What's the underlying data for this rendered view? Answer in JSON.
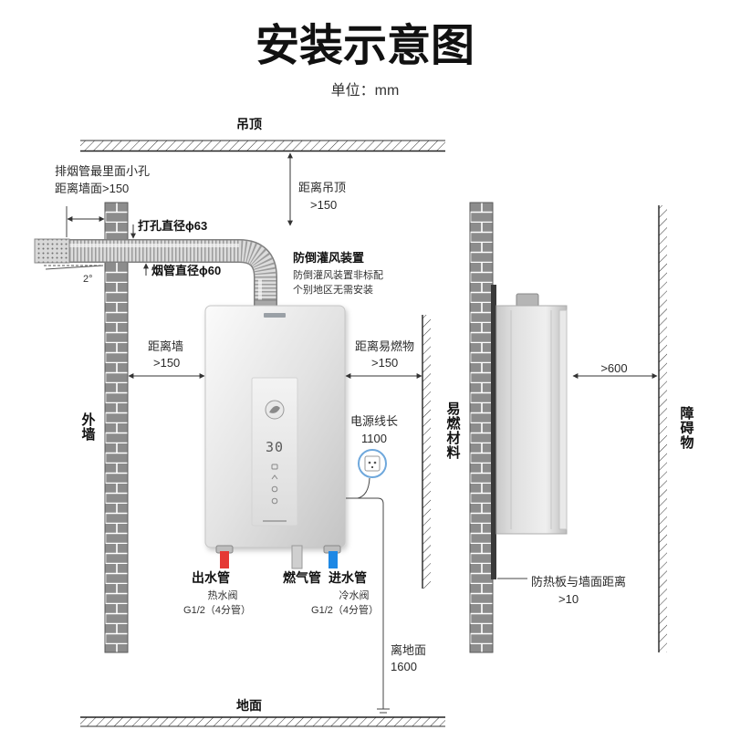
{
  "title": "安装示意图",
  "unit": "单位：mm",
  "structure": {
    "ceiling": "吊顶",
    "floor": "地面",
    "outer_wall": "外墙",
    "flammable_material": "易燃材料",
    "obstacle": "障碍物"
  },
  "flue": {
    "hole_note_line1": "排烟管最里面小孔",
    "hole_note_line2": "距离墙面>150",
    "drill_hole": "打孔直径ϕ63",
    "pipe": "烟管直径ϕ60",
    "slope": "2°"
  },
  "anti_backflow": {
    "title": "防倒灌风装置",
    "note_line1": "防倒灌风装置非标配",
    "note_line2": "个别地区无需安装"
  },
  "clearances": {
    "to_ceiling": {
      "label": "距离吊顶",
      "value": ">150"
    },
    "to_wall": {
      "label": "距离墙",
      "value": ">150"
    },
    "to_flammable": {
      "label": "距离易燃物",
      "value": ">150"
    },
    "to_obstacle": {
      "value": ">600"
    },
    "to_floor": {
      "label": "离地面",
      "value": "1600"
    },
    "heat_shield_to_wall": {
      "label": "防热板与墙面距离",
      "value": ">10"
    }
  },
  "power_cord": {
    "label": "电源线长",
    "value": "1100"
  },
  "heater": {
    "display": "30"
  },
  "pipes": {
    "outlet": {
      "name": "出水管",
      "valve": "热水阀",
      "spec": "G1/2（4分管）"
    },
    "gas": {
      "name": "燃气管"
    },
    "inlet": {
      "name": "进水管",
      "valve": "冷水阀",
      "spec": "G1/2（4分管）"
    }
  },
  "icons": {
    "socket": "power-socket-icon",
    "emblem": "brand-emblem-icon",
    "panel_keys": "panel-touch-key-icon",
    "ground": "ground-symbol-icon"
  },
  "colors": {
    "hot_water_pipe": "#e53935",
    "cold_water_pipe": "#1e88e5",
    "gas_pipe": "#cfcfcf",
    "socket_ring": "#6fa8dc",
    "heat_shield": "#3a3a3a",
    "brick": "#8c8c8c"
  }
}
